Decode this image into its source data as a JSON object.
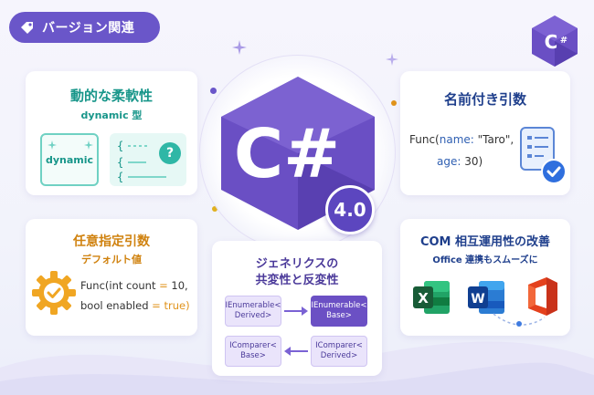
{
  "header": {
    "tag_label": "バージョン関連"
  },
  "center": {
    "logo_text": "C#",
    "version_badge": "4.0"
  },
  "small_logo": {
    "text": "C#"
  },
  "cards": {
    "dynamic": {
      "title": "動的な柔軟性",
      "subtitle": "dynamic 型",
      "box_label": "dynamic",
      "question_mark": "?"
    },
    "named": {
      "title": "名前付き引数",
      "code_line1_prefix": "Func(",
      "code_line1_key": "name:",
      "code_line1_value": " \"Taro\",",
      "code_line2_key": "age:",
      "code_line2_value": " 30)"
    },
    "optional": {
      "title": "任意指定引数",
      "subtitle": "デフォルト値",
      "code_line1_prefix": "Func(int count ",
      "code_line1_op": "=",
      "code_line1_value": " 10,",
      "code_line2_prefix": "bool enabled ",
      "code_line2_op": "=",
      "code_line2_value": " true)"
    },
    "generics": {
      "title_line1": "ジェネリクスの",
      "title_line2": "共変性と反変性",
      "box_a_line1": "IEnumerable<",
      "box_a_line2": "Derived>",
      "box_b_line1": "IEnumerable<",
      "box_b_line2": "Base>",
      "box_c_line1": "IComparer<",
      "box_c_line2": "Base>",
      "box_d_line1": "IComparer<",
      "box_d_line2": "Derived>"
    },
    "com": {
      "title": "COM 相互運用性の改善",
      "subtitle": "Office 連携もスムーズに",
      "excel_letter": "X",
      "word_letter": "W"
    }
  },
  "colors": {
    "purple": "#6a56c9",
    "teal": "#18968a",
    "orange": "#e0931b",
    "blue": "#2f5fb2",
    "excel": "#1d7a45",
    "word": "#2b5cc2",
    "office": "#e4411d"
  },
  "icons": [
    "tag-icon",
    "csharp-hex-logo",
    "sparkle-icon",
    "question-icon",
    "checklist-icon",
    "check-icon",
    "gear-check-icon",
    "excel-icon",
    "word-icon",
    "office-icon",
    "arrow-right-icon",
    "arrow-left-icon"
  ]
}
